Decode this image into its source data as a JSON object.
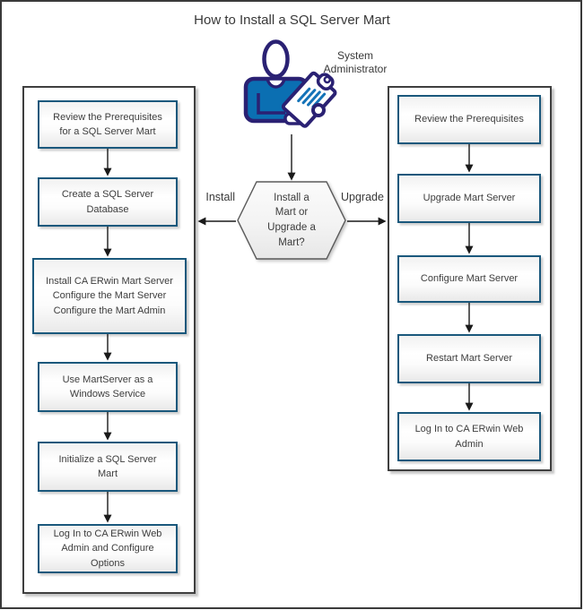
{
  "title": "How to Install a SQL Server Mart",
  "actor": {
    "name": "System Administrator",
    "label": "System\nAdministrator",
    "icon": "system-administrator-person-clipboard-icon"
  },
  "decision": {
    "question": "Install a\nMart or\nUpgrade a\nMart?",
    "install_branch_label": "Install",
    "upgrade_branch_label": "Upgrade"
  },
  "install_path": {
    "steps": [
      {
        "label": "Review the Prerequisites\nfor a SQL Server Mart"
      },
      {
        "label": "Create a SQL Server\nDatabase"
      },
      {
        "label": "Install CA ERwin Mart Server\nConfigure the Mart Server\nConfigure the Mart Admin"
      },
      {
        "label": "Use MartServer as a\nWindows Service"
      },
      {
        "label": "Initialize a SQL Server\nMart"
      },
      {
        "label": "Log In to CA ERwin Web\nAdmin and Configure\nOptions"
      }
    ]
  },
  "upgrade_path": {
    "steps": [
      {
        "label": "Review the Prerequisites"
      },
      {
        "label": "Upgrade Mart Server"
      },
      {
        "label": "Configure Mart Server"
      },
      {
        "label": "Restart Mart Server"
      },
      {
        "label": "Log In to CA ERwin Web\nAdmin"
      }
    ]
  },
  "colors": {
    "step_border": "#1a587c",
    "container_border": "#3f3f3f",
    "page_border": "#3a3a3a",
    "text": "#3d3d3d",
    "arrow": "#1a1a1a",
    "actor_outline": "#2a2173",
    "actor_shirt": "#0b6fb2",
    "clipboard_lines": "#1473b8",
    "hexagon_border": "#5a5a5a"
  }
}
